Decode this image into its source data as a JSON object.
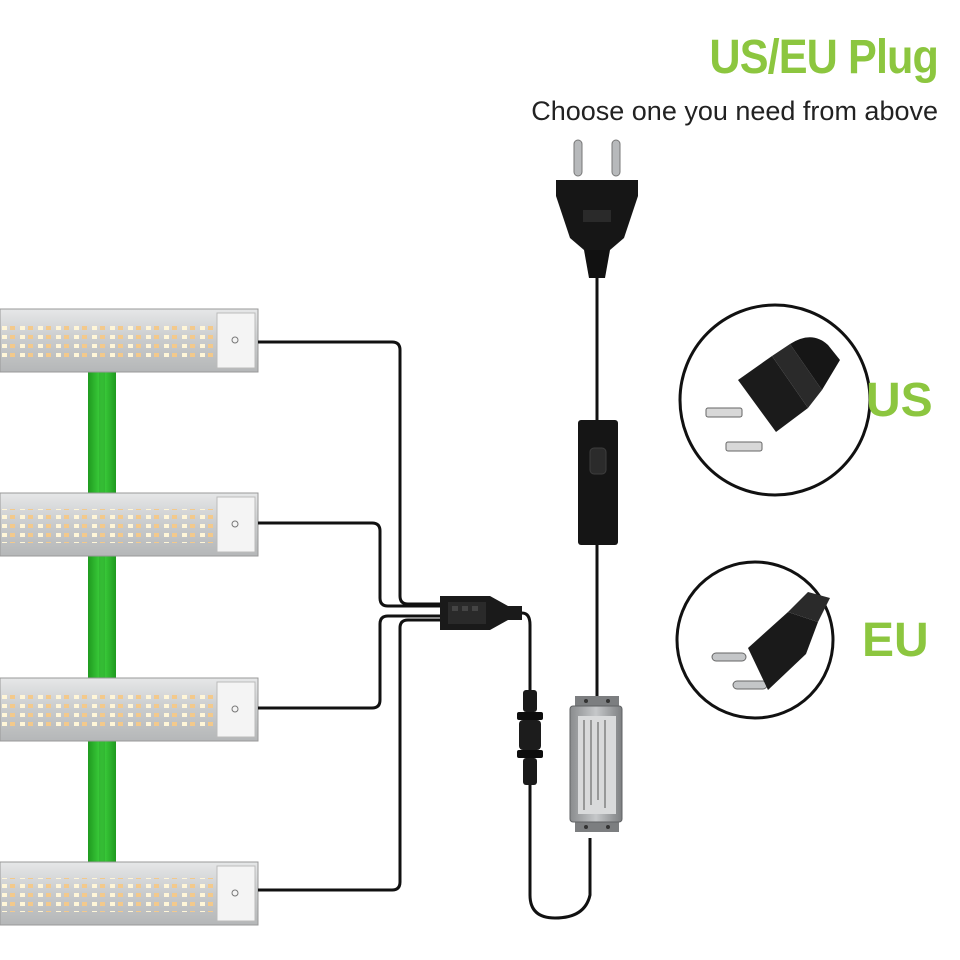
{
  "title": "US/EU Plug",
  "subtitle": "Choose one you need from above",
  "plug_options": [
    {
      "label": "US",
      "icon": "us-plug-icon"
    },
    {
      "label": "EU",
      "icon": "eu-plug-icon"
    }
  ],
  "colors": {
    "accent": "#8cc63f",
    "bar_green": "#2bc02b",
    "cable": "#111111",
    "panel": "#cfd1d2"
  }
}
